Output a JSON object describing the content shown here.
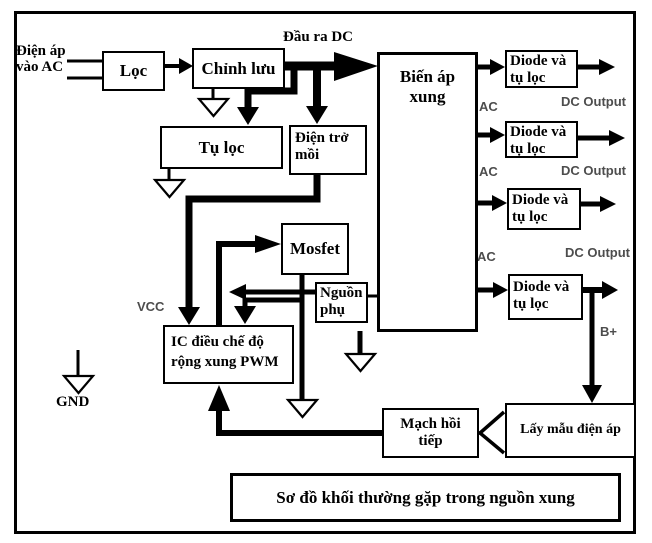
{
  "diagram": {
    "title": "Sơ đồ khối thường gặp trong nguồn xung",
    "blocks": {
      "loc": "Lọc",
      "chinh_luu": "Chỉnh lưu",
      "tu_loc": "Tụ lọc",
      "dien_tro_moi": "Điện trở mồi",
      "bien_ap_xung": "Biến áp xung",
      "mosfet": "Mosfet",
      "nguon_phu": "Nguồn phụ",
      "ic_pwm": "IC điều chế độ rộng xung PWM",
      "mach_hoi_tiep": "Mạch hồi tiếp",
      "lay_mau_dien_ap": "Lấy mẫu điện áp",
      "diode_va_tu_loc": "Diode và tụ lọc"
    },
    "labels": {
      "ac_input": "Điện áp vào AC",
      "dc_out_top": "Đầu ra DC",
      "vcc": "VCC",
      "gnd": "GND",
      "ac": "AC",
      "dc_output": "DC Output",
      "b_plus": "B+"
    },
    "colors": {
      "line": "#000000",
      "muted_label": "#4d4d4d",
      "background": "#ffffff"
    }
  }
}
